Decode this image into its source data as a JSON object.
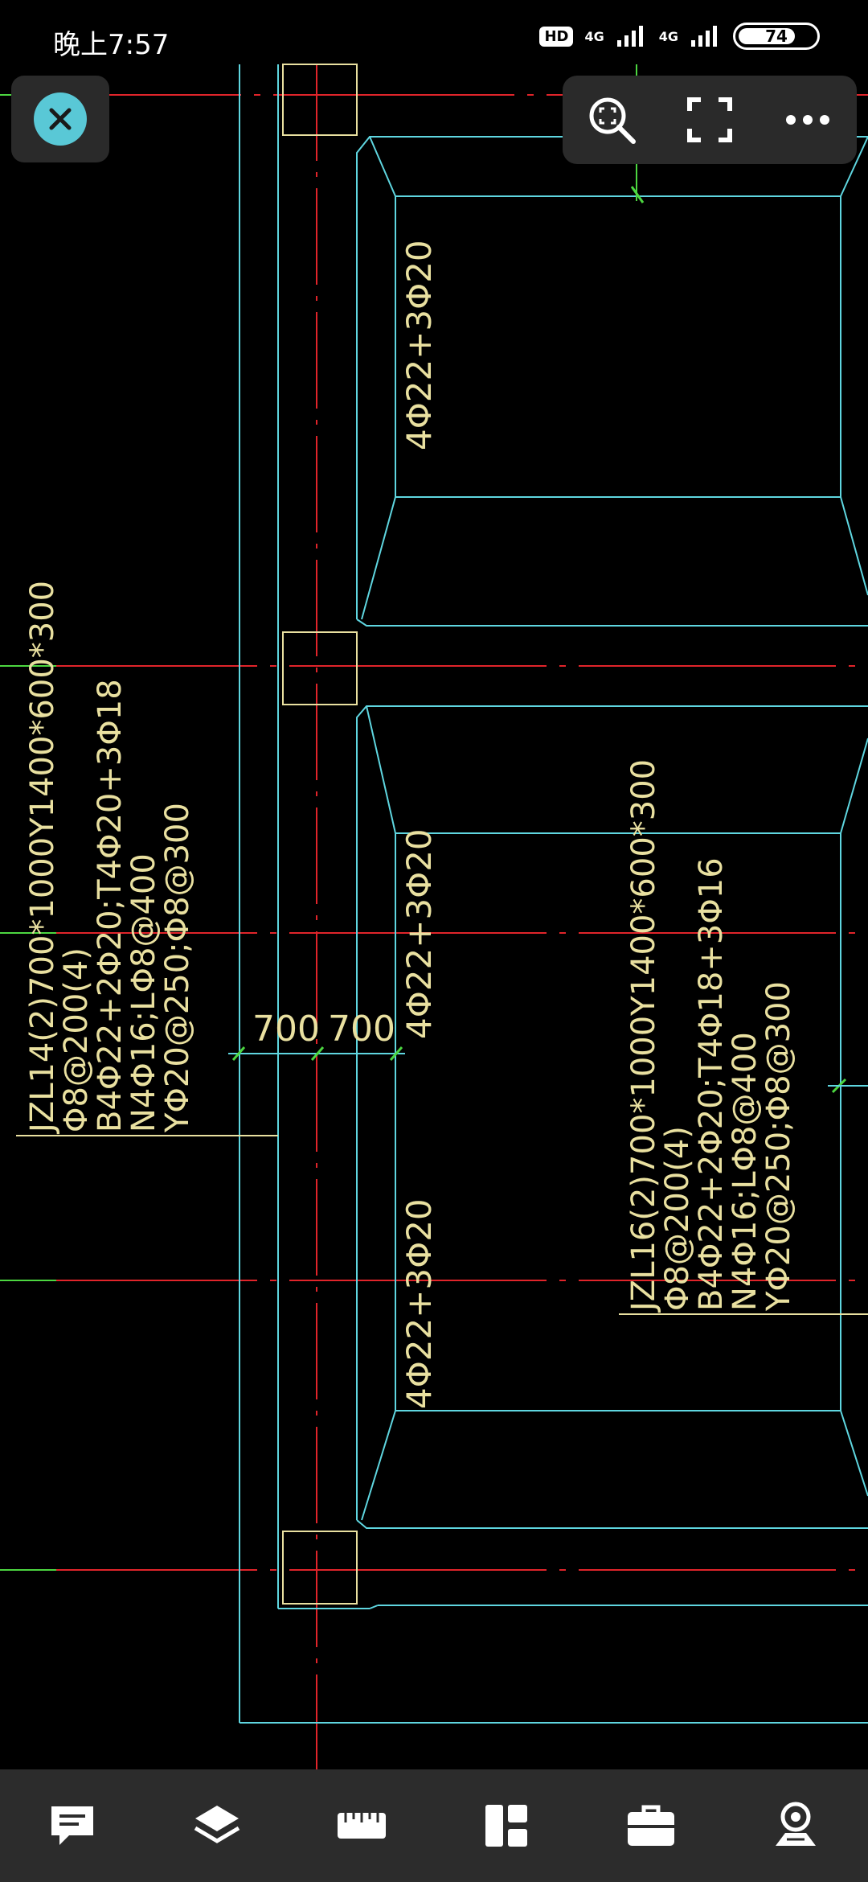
{
  "status": {
    "time": "晚上7:57",
    "hd": "HD",
    "net1": "4G",
    "net2": "4G",
    "battery": "74"
  },
  "drawing": {
    "dims": [
      "700",
      "700"
    ],
    "rebars": [
      "4Φ22+3Φ20",
      "4Φ22+3Φ20",
      "4Φ22+3Φ20"
    ],
    "beam_left": {
      "line1": "JZL14(2)700*1000Y1400*600*300",
      "line2": "Φ8@200(4)",
      "line3": "B4Φ22+2Φ20;T4Φ20+3Φ18",
      "line4": "N4Φ16;LΦ8@400",
      "line5": "YΦ20@250;Φ8@300"
    },
    "beam_right": {
      "line1": "JZL16(2)700*1000Y1400*600*300",
      "line2": "Φ8@200(4)",
      "line3": "B4Φ22+2Φ20;T4Φ18+3Φ16",
      "line4": "N4Φ16;LΦ8@400",
      "line5": "YΦ20@250;Φ8@300"
    }
  },
  "colors": {
    "cyan": "#5fd6e0",
    "red": "#e0242a",
    "yellow": "#e9e0a0",
    "green": "#4cd640",
    "accent": "#59c8d6"
  },
  "icons": {
    "close": "close-icon",
    "zoom_extents": "zoom-extents-icon",
    "fullscreen": "fullscreen-icon",
    "more": "more-icon",
    "annotation": "annotation-icon",
    "layers": "layers-icon",
    "measure": "ruler-icon",
    "layout": "layout-icon",
    "toolbox": "toolbox-icon",
    "view": "view-icon"
  }
}
